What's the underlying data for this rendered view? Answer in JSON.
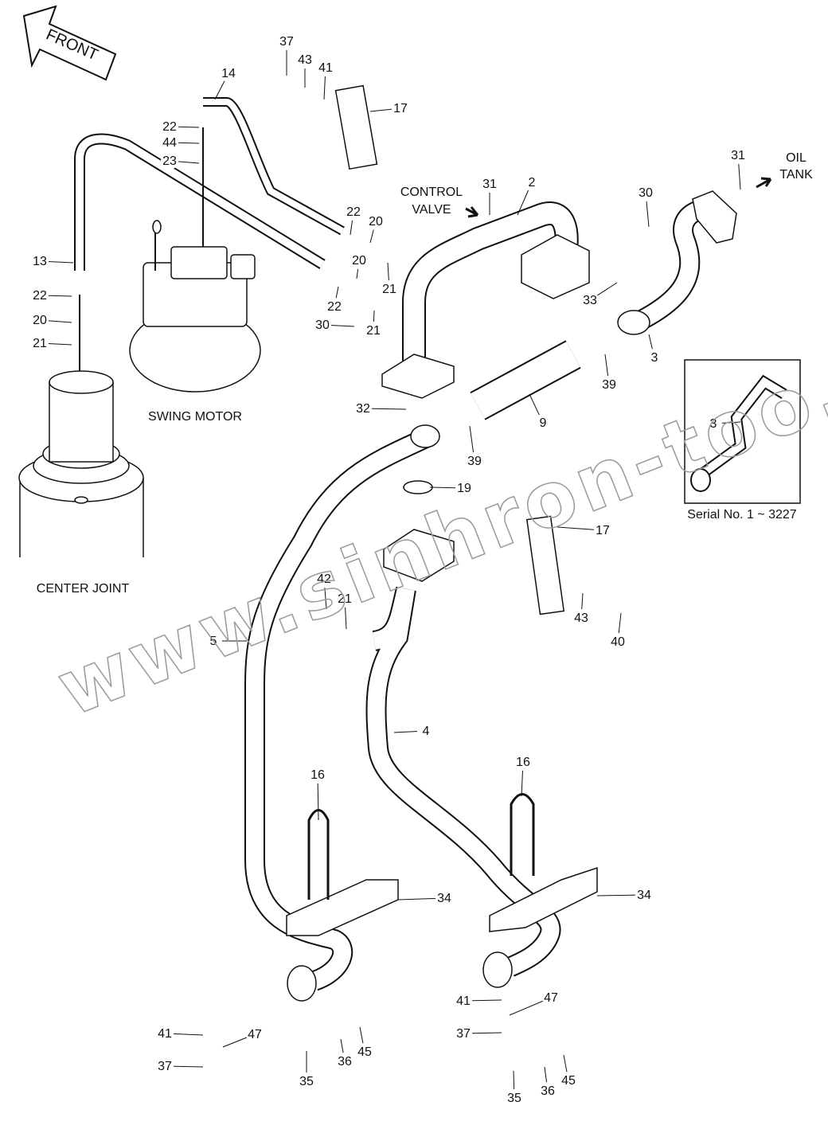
{
  "diagram": {
    "front_label": "FRONT",
    "captions": {
      "control_valve_line1": "CONTROL",
      "control_valve_line2": "VALVE",
      "oil_tank_line1": "OIL",
      "oil_tank_line2": "TANK",
      "swing_motor": "SWING MOTOR",
      "center_joint": "CENTER JOINT",
      "serial_note": "Serial No. 1 ~ 3227"
    },
    "callouts": [
      "37",
      "43",
      "41",
      "17",
      "14",
      "22",
      "44",
      "23",
      "13",
      "22",
      "20",
      "21",
      "31",
      "2",
      "31",
      "30",
      "22",
      "20",
      "20",
      "21",
      "22",
      "21",
      "30",
      "33",
      "3",
      "39",
      "32",
      "9",
      "39",
      "19",
      "17",
      "3",
      "42",
      "21",
      "5",
      "43",
      "40",
      "4",
      "16",
      "16",
      "34",
      "34",
      "41",
      "47",
      "37",
      "35",
      "36",
      "45",
      "41",
      "47",
      "37",
      "35",
      "36",
      "45"
    ],
    "watermark": "www.sinhron-too.kz"
  }
}
